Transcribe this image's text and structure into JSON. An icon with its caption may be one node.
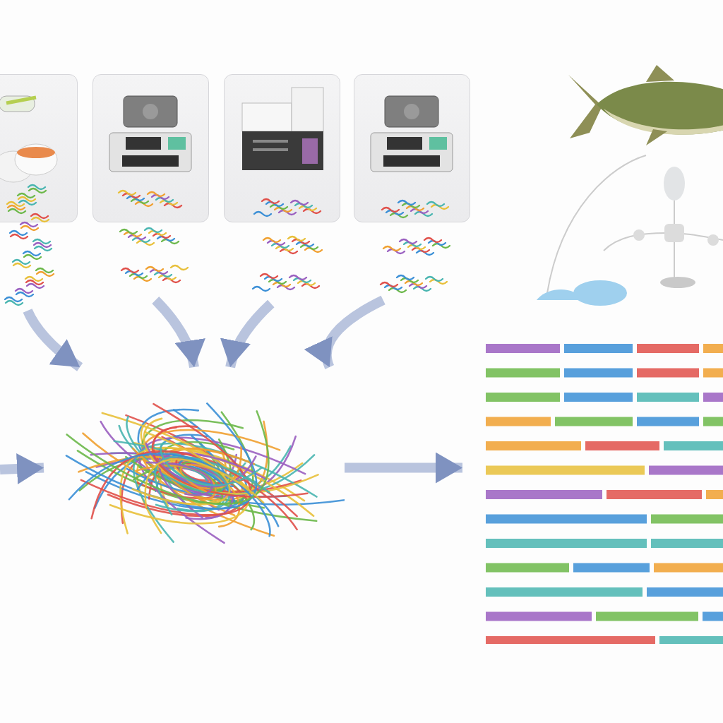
{
  "diagram": {
    "nodes": [
      {
        "text": [],
        "shape": "picture"
      },
      {
        "text": [],
        "shape": "picture"
      },
      {
        "text": [],
        "shape": "picture"
      },
      {
        "text": [],
        "shape": "picture"
      },
      {
        "text": [],
        "shape": "picture"
      },
      {
        "text": [],
        "shape": "picture"
      },
      {
        "text": [],
        "shape": "picture"
      },
      {
        "text": [],
        "shape": "picture"
      },
      {
        "text": [],
        "shape": "picture"
      },
      {
        "text": [],
        "shape": "picture"
      },
      {
        "text": [],
        "shape": "picture"
      },
      {
        "text": [],
        "shape": "picture"
      }
    ],
    "edges": [
      {
        "from": 4,
        "to": 8,
        "arrow": "to"
      },
      {
        "from": 5,
        "to": 8,
        "arrow": "to"
      },
      {
        "from": 6,
        "to": 8,
        "arrow": "to"
      },
      {
        "from": 7,
        "to": 8,
        "arrow": "to"
      },
      {
        "from": null,
        "to": 8,
        "arrow": "to"
      },
      {
        "from": 8,
        "to": 9,
        "arrow": "to"
      }
    ]
  }
}
